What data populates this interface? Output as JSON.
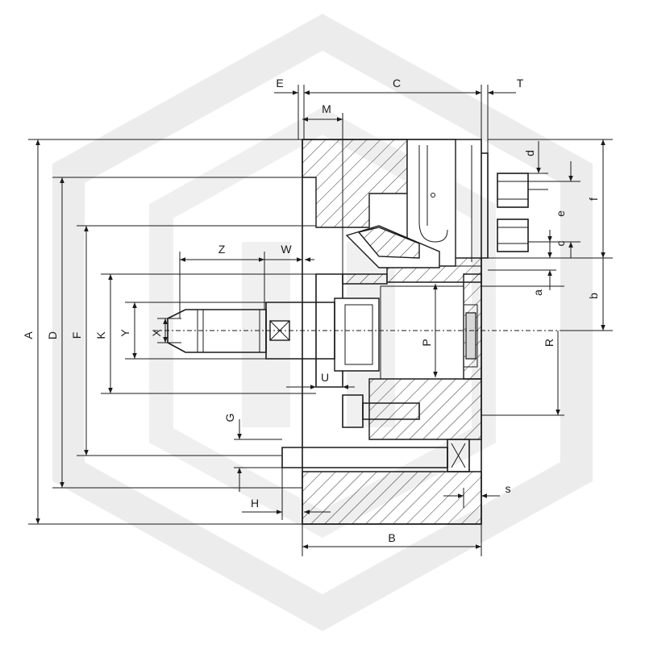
{
  "watermark": {
    "shape": "hexagon-logo",
    "color": "#e9e9e9"
  },
  "colors": {
    "line": "#1a1a1a",
    "background": "#ffffff"
  },
  "dimensions": {
    "A": "A",
    "B": "B",
    "C": "C",
    "D": "D",
    "E": "E",
    "F": "F",
    "G": "G",
    "H": "H",
    "K": "K",
    "M": "M",
    "P": "P",
    "R": "R",
    "T": "T",
    "U": "U",
    "W": "W",
    "X": "X",
    "Y": "Y",
    "Z": "Z",
    "a": "a",
    "b": "b",
    "c": "c",
    "d": "d",
    "e": "e",
    "f": "f",
    "s": "s"
  }
}
